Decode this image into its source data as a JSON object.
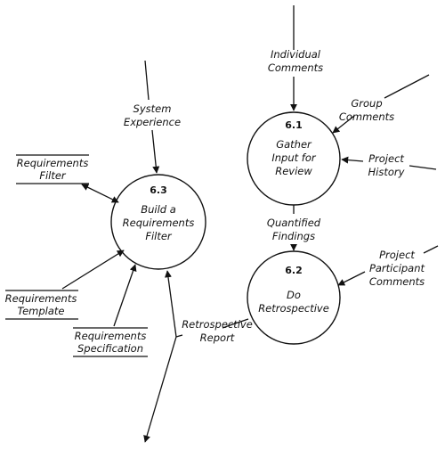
{
  "processes": {
    "gather": {
      "number": "6.1",
      "lines": [
        "Gather",
        "Input for",
        "Review"
      ]
    },
    "retro": {
      "number": "6.2",
      "lines": [
        "Do",
        "Retrospective"
      ]
    },
    "build": {
      "number": "6.3",
      "lines": [
        "Build a",
        "Requirements",
        "Filter"
      ]
    }
  },
  "stores": {
    "req_filter": [
      "Requirements",
      "Filter"
    ],
    "req_template": [
      "Requirements",
      "Template"
    ],
    "req_spec": [
      "Requirements",
      "Specification"
    ]
  },
  "flows": {
    "individual_comments": [
      "Individual",
      "Comments"
    ],
    "group_comments": [
      "Group",
      "Comments"
    ],
    "project_history": [
      "Project",
      "History"
    ],
    "quantified_findings": [
      "Quantified",
      "Findings"
    ],
    "participant_comments": [
      "Project",
      "Participant",
      "Comments"
    ],
    "system_experience": [
      "System",
      "Experience"
    ],
    "retro_report": [
      "Retrospective",
      "Report"
    ]
  }
}
